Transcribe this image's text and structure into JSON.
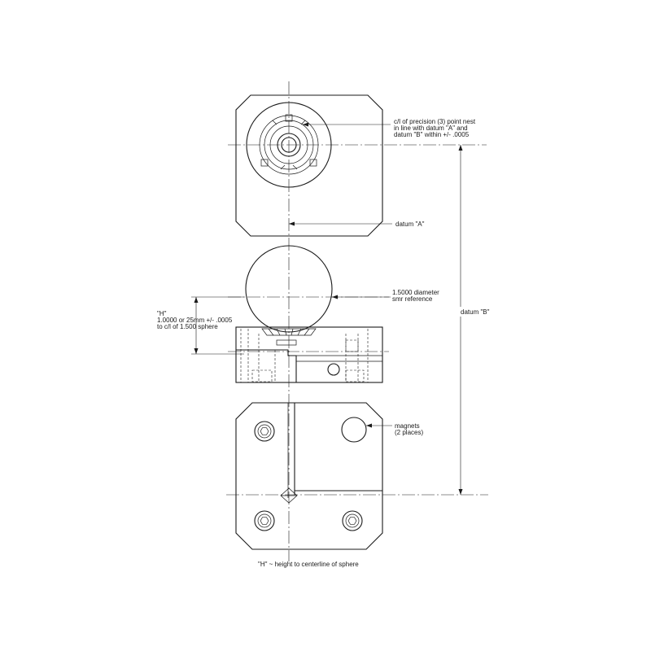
{
  "notes": {
    "precision_nest": [
      "c/l of precision (3) point nest",
      "in line with datum \"A\" and",
      "datum \"B\" within +/- .0005"
    ],
    "datum_a": "datum \"A\"",
    "sphere_ref": [
      "1.5000 diameter",
      "smr reference"
    ],
    "height_h": [
      "\"H\"",
      "1.0000 or 25mm +/- .0005",
      "to c/l of 1.500 sphere"
    ],
    "datum_b": "datum \"B\"",
    "magnets": [
      "magnets",
      "(2 places)"
    ],
    "footer": "\"H\" ~ height to centerline of sphere"
  },
  "icons": {
    "cap_screw": "hex-socket-cap-screw-icon",
    "magnet": "magnet-circle-icon"
  }
}
